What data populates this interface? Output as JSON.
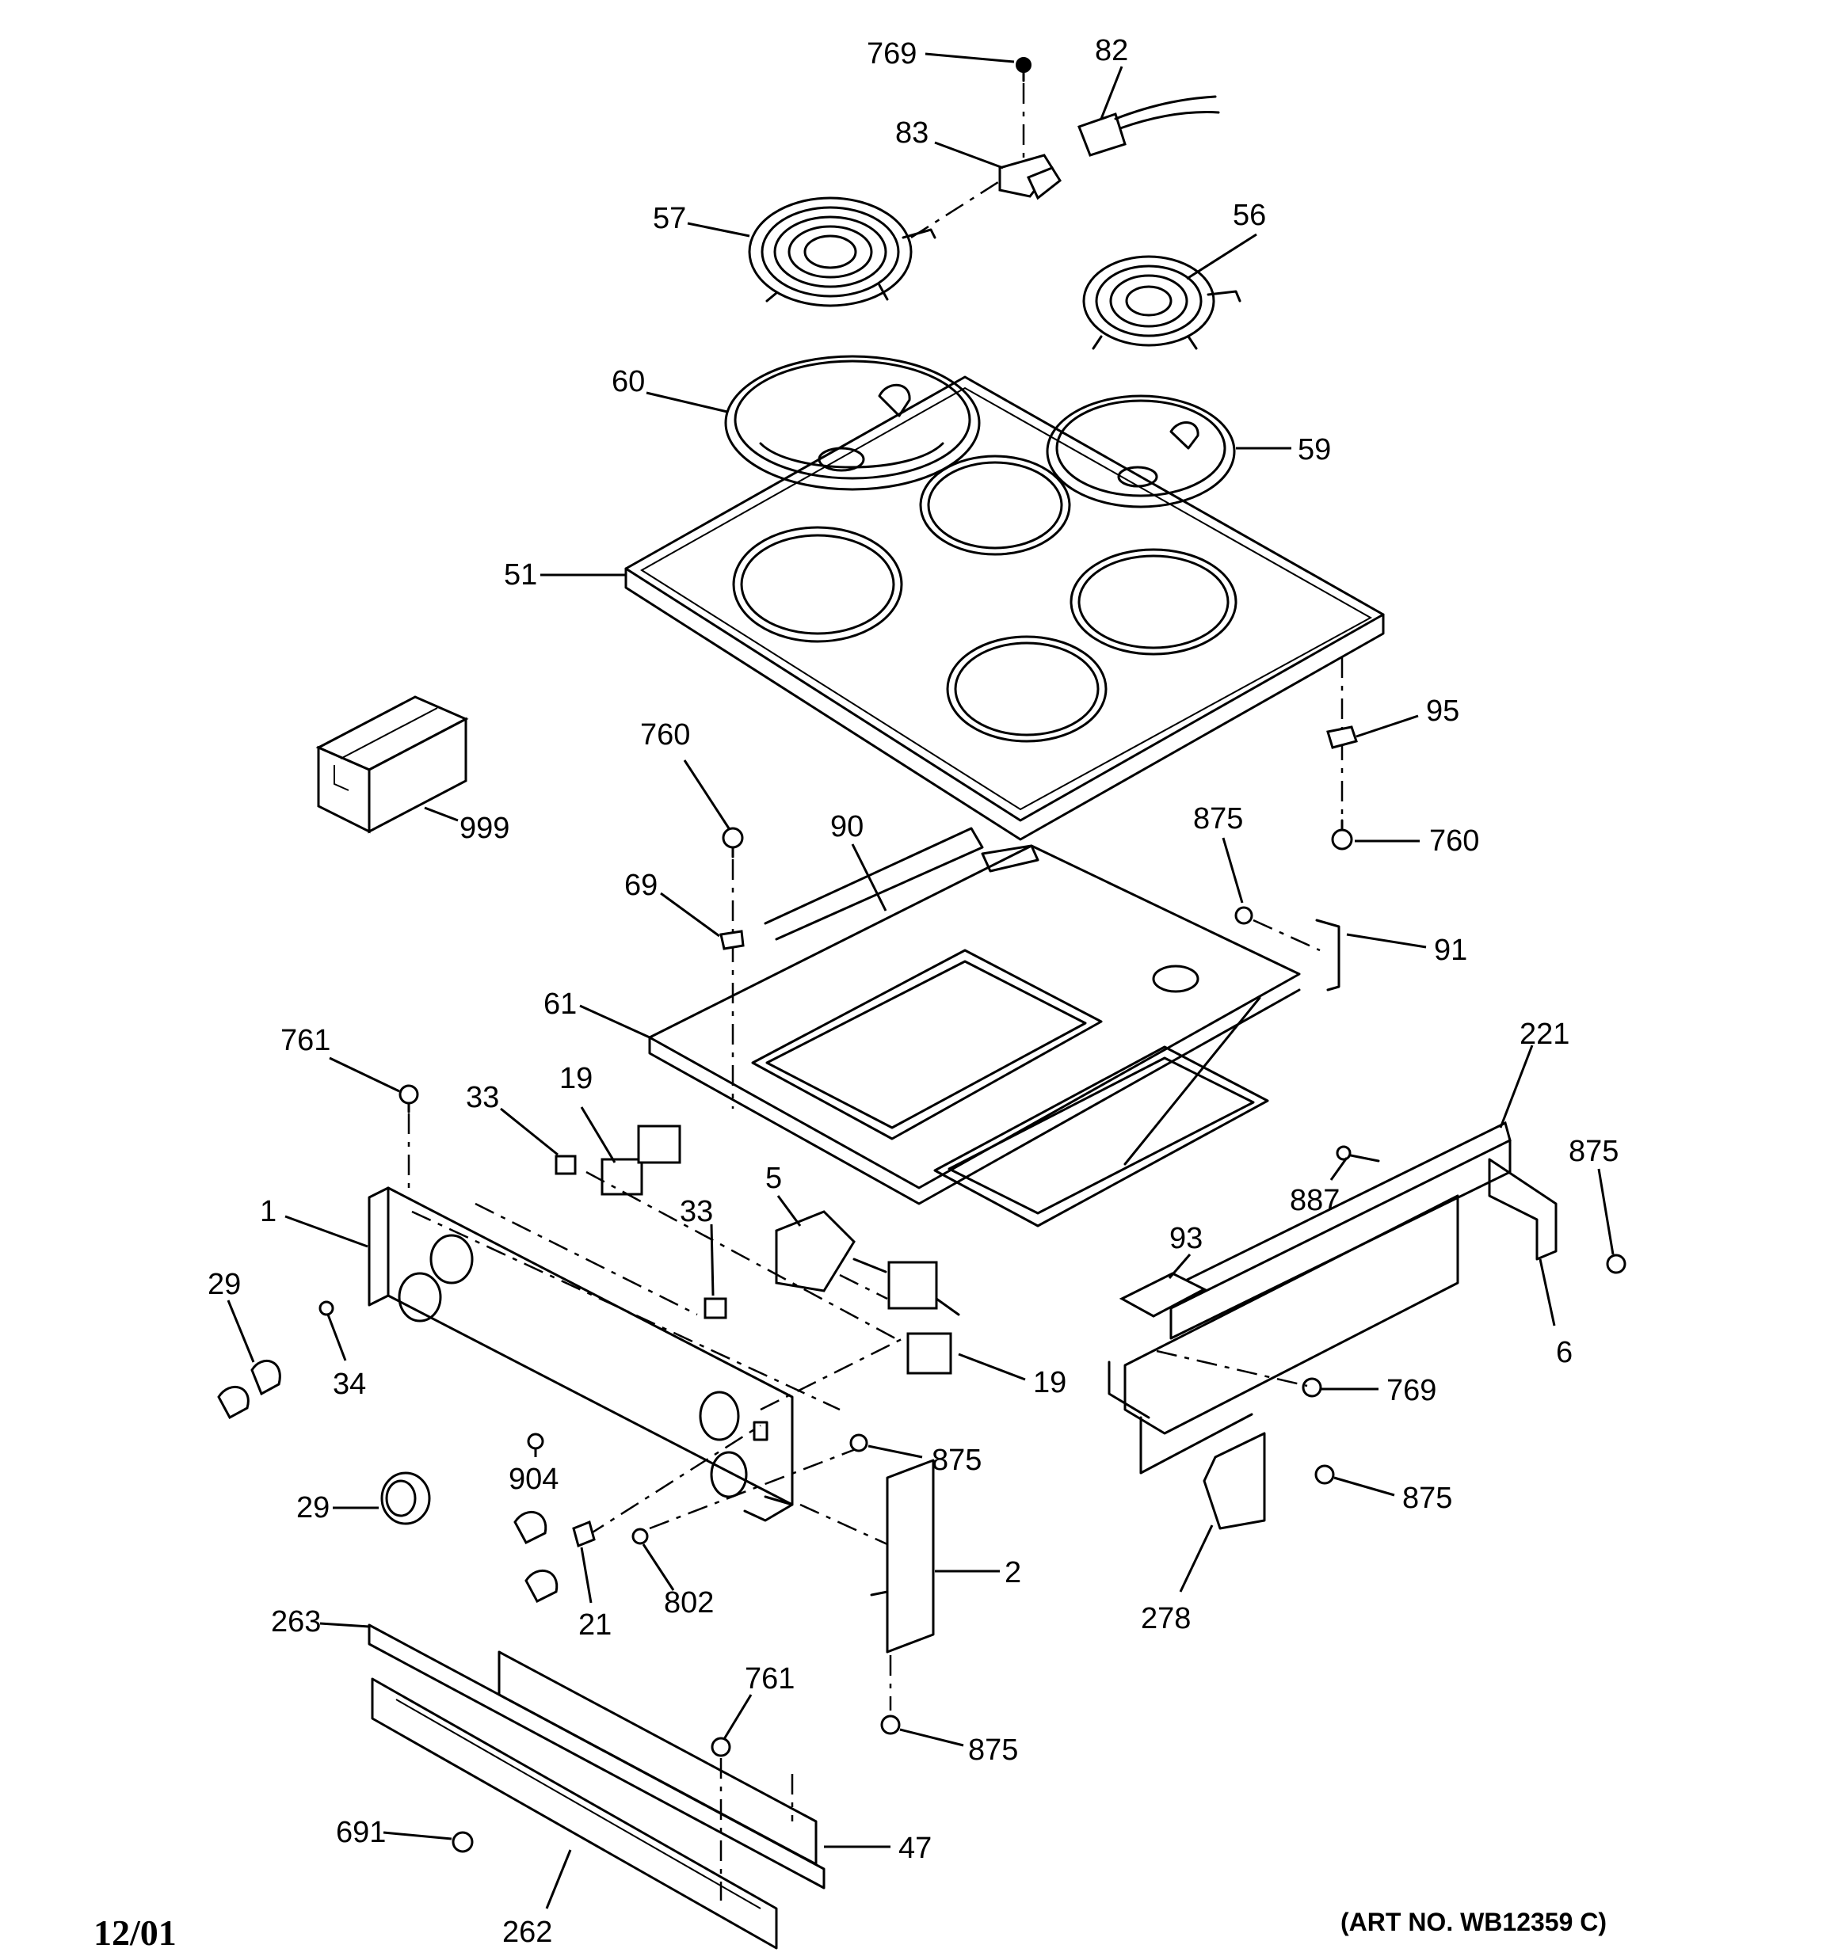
{
  "diagram": {
    "date_code": "12/01",
    "art_number": "(ART NO. WB12359 C)",
    "callouts": {
      "c769_top": "769",
      "c82": "82",
      "c83": "83",
      "c57": "57",
      "c56": "56",
      "c60": "60",
      "c59": "59",
      "c51": "51",
      "c95": "95",
      "c999": "999",
      "c760_left": "760",
      "c90": "90",
      "c875_mid": "875",
      "c760_right": "760",
      "c69": "69",
      "c91": "91",
      "c61": "61",
      "c221": "221",
      "c761_left": "761",
      "c33_left": "33",
      "c19_left": "19",
      "c875_right": "875",
      "c887": "887",
      "c1": "1",
      "c5": "5",
      "c33_mid": "33",
      "c29_top": "29",
      "c93": "93",
      "c6": "6",
      "c34": "34",
      "c19_right": "19",
      "c769_right": "769",
      "c875_a": "875",
      "c904": "904",
      "c29_bottom": "29",
      "c875_b": "875",
      "c2": "2",
      "c21": "21",
      "c802": "802",
      "c278": "278",
      "c263": "263",
      "c761_bottom": "761",
      "c875_bottom": "875",
      "c691": "691",
      "c47": "47",
      "c262": "262"
    }
  }
}
